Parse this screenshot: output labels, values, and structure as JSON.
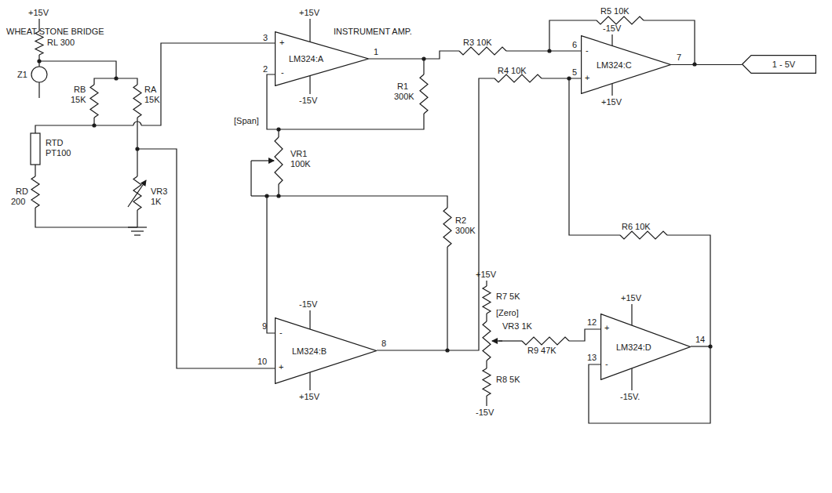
{
  "diagram": {
    "nodes": [
      {
        "text": [
          "LM324:A"
        ]
      },
      {
        "text": [
          "LM324:C"
        ]
      },
      {
        "text": [
          "1 - 5V"
        ]
      },
      {
        "text": [
          "LM324:B"
        ]
      },
      {
        "text": [
          "LM324:D"
        ]
      }
    ],
    "edges": [
      {
        "from": 1,
        "to": 2,
        "arrow": "none"
      }
    ],
    "labels": [
      "WHEAT STONE BRIDGE",
      "INSTRUMENT AMP.",
      "R5 10K",
      "+15V",
      "RL 300",
      "Z1",
      "RB",
      "15K",
      "RA",
      "15K",
      "RTD",
      "PT100",
      "RD",
      "200",
      "VR3",
      "1K",
      "+15V",
      "3",
      "+",
      "2",
      "-",
      "1",
      "-15V",
      "R3 10K",
      "R1",
      "300K",
      "-15V",
      "6",
      "-",
      "5",
      "+",
      "7",
      "+15V",
      "R4 10K",
      "[Span]",
      "VR1",
      "100K",
      "R2",
      "300K",
      "R6 10K",
      "-15V",
      "9",
      "-",
      "10",
      "+",
      "8",
      "+15V",
      "+15V",
      "R7 5K",
      "[Zero]",
      "VR3 1K",
      "R9 47K",
      "R8 5K",
      "-15V",
      "+15V",
      "12",
      "+",
      "13",
      "-",
      "14",
      "-15V."
    ]
  }
}
